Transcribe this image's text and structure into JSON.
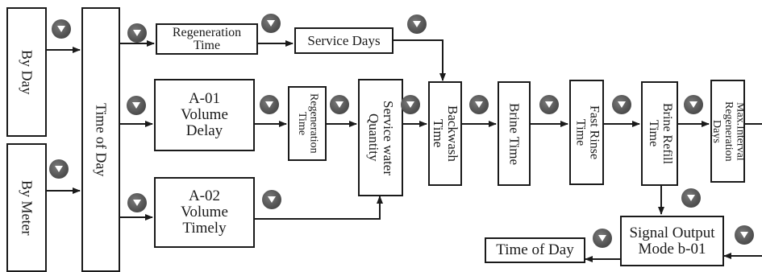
{
  "colors": {
    "line": "#1a1a1a",
    "key_fill": "#555555",
    "background": "#ffffff"
  },
  "key_icon": "down-triangle-key-icon",
  "boxes": {
    "by_day": "By Day",
    "by_meter": "By Meter",
    "time_of_day_main": "Time of Day",
    "regeneration_time_top": "Regeneration\nTime",
    "service_days": "Service Days",
    "a01": "A-01\nVolume\nDelay",
    "a02": "A-02\nVolume\nTimely",
    "regeneration_time_mid": "Regeneration\nTime",
    "service_water_quantity": "Service water\nQuantity",
    "backwash_time": "Backwash\nTime",
    "brine_time": "Brine Time",
    "fast_rinse_time": "Fast Rinse\nTime",
    "brine_refill_time": "Brine Refill\nTime",
    "max_interval": "Max.Interval\nRegeneration\nDays",
    "signal_output": "Signal Output\nMode b-01",
    "time_of_day_end": "Time of Day"
  }
}
